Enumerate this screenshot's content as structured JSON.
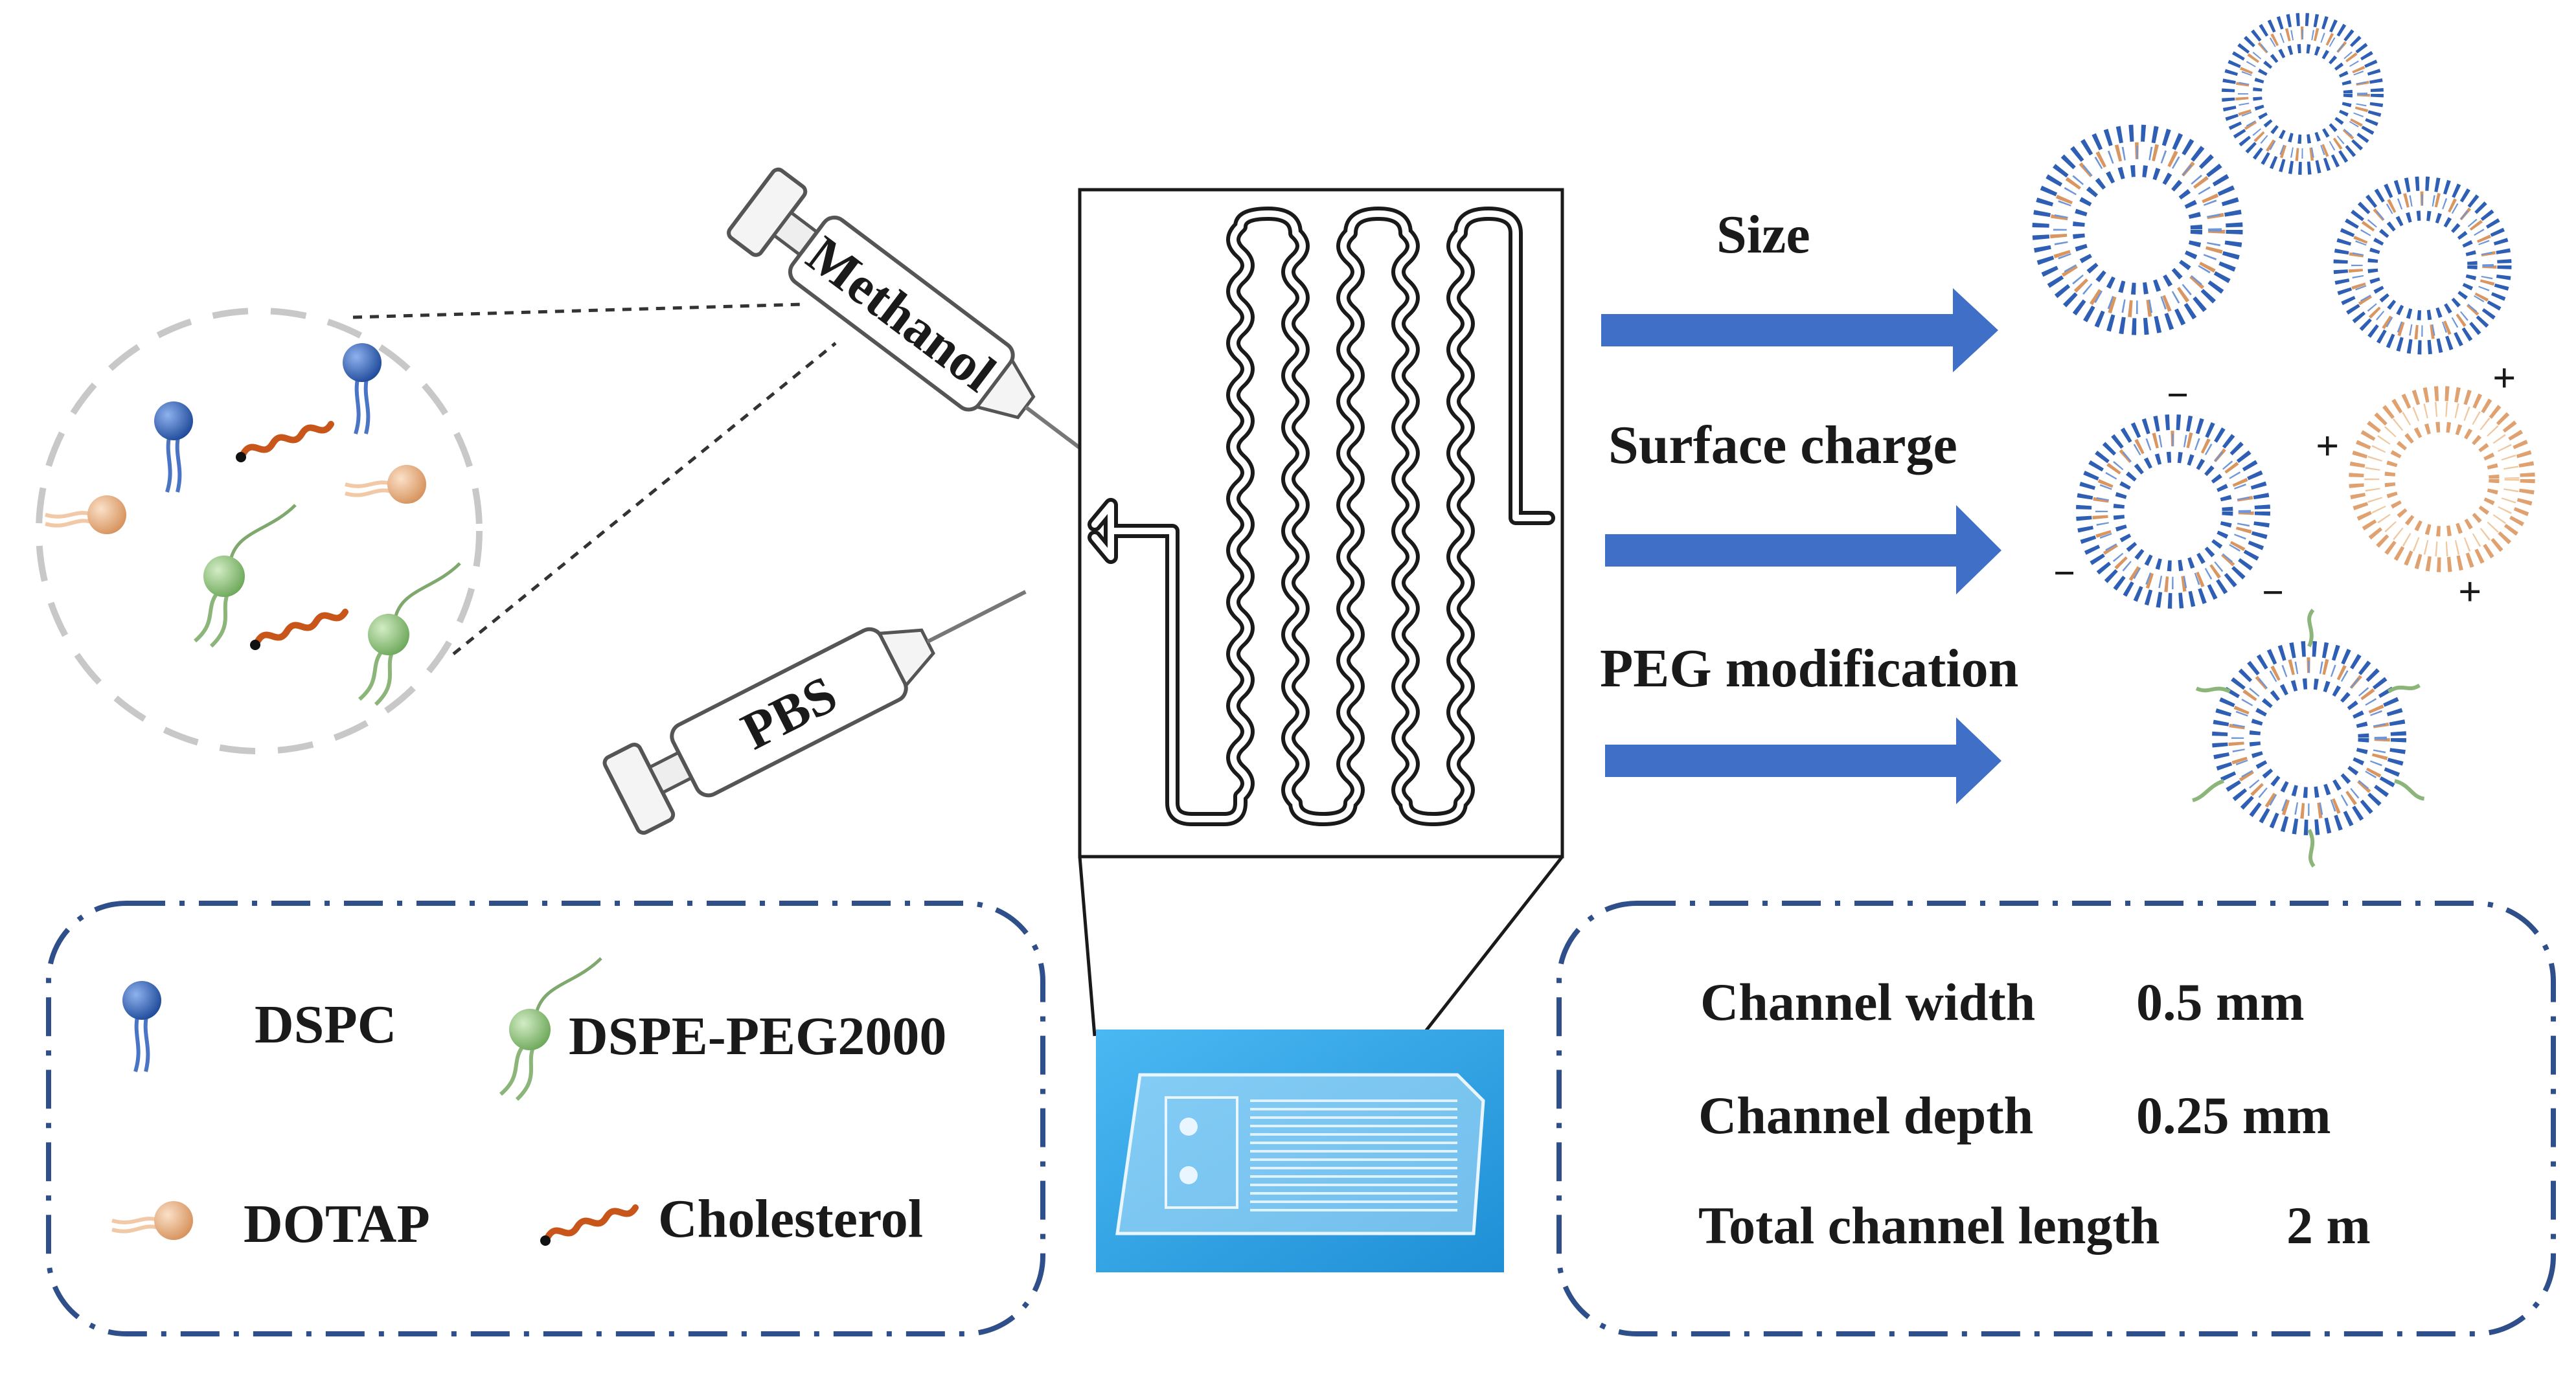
{
  "syringes": {
    "top_label": "Methanol",
    "bottom_label": "PBS"
  },
  "arrows": [
    {
      "label": "Size"
    },
    {
      "label": "Surface charge"
    },
    {
      "label": "PEG modification"
    }
  ],
  "charge_signs": {
    "minus": "−",
    "plus": "+"
  },
  "legend": {
    "items": [
      {
        "label": "DSPC",
        "icon": "dspc-lipid-icon"
      },
      {
        "label": "DSPE-PEG2000",
        "icon": "dspe-peg2000-lipid-icon"
      },
      {
        "label": "DOTAP",
        "icon": "dotap-lipid-icon"
      },
      {
        "label": "Cholesterol",
        "icon": "cholesterol-icon"
      }
    ]
  },
  "specs": [
    {
      "name": "Channel width",
      "value": "0.5 mm"
    },
    {
      "name": "Channel depth",
      "value": "0.25 mm"
    },
    {
      "name": "Total channel length",
      "value": "2 m"
    }
  ],
  "colors": {
    "arrow_blue": "#3f6fc7",
    "box_border": "#2f4f8a",
    "dspc_head": "#2f5fb5",
    "dotap_head": "#e8a978",
    "peg_head": "#8ec07a",
    "cholesterol": "#c8561a",
    "chip_bg": "#2fa5e8"
  }
}
